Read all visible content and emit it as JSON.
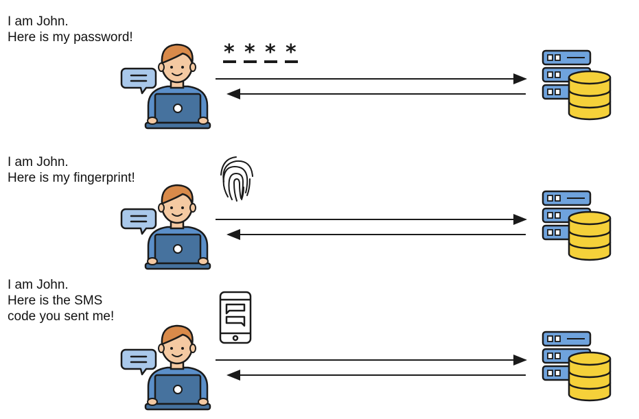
{
  "scenarios": [
    {
      "id": "password",
      "caption_lines": [
        "I am John.",
        "Here is my password!"
      ],
      "credential": "password-asterisks",
      "credential_text": "****"
    },
    {
      "id": "fingerprint",
      "caption_lines": [
        "I am John.",
        "Here is my fingerprint!"
      ],
      "credential": "fingerprint-icon"
    },
    {
      "id": "sms",
      "caption_lines": [
        "I am John.",
        "Here is the SMS",
        "code you sent me!"
      ],
      "credential": "smartphone-sms-icon"
    }
  ],
  "colors": {
    "skin": "#f4c9a2",
    "hair": "#d98a4a",
    "shirt": "#5b8fc9",
    "laptop": "#46729e",
    "bubble": "#a9c8ea",
    "server_blue": "#6fa3dd",
    "database_yellow": "#f5d13a",
    "outline": "#1a1a1a"
  }
}
